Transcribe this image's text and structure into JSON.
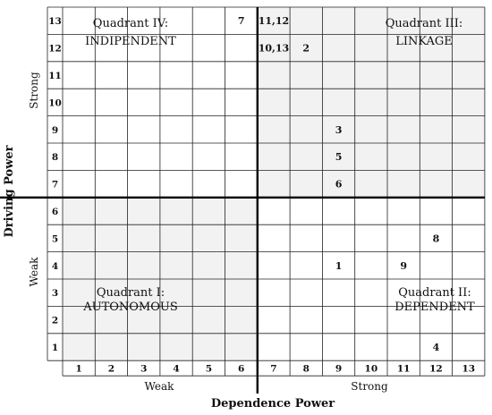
{
  "chart_data": {
    "type": "scatter",
    "xlabel": "Dependence Power",
    "ylabel": "Driving Power",
    "x_ticks": [
      "1",
      "2",
      "3",
      "4",
      "5",
      "6",
      "7",
      "8",
      "9",
      "10",
      "11",
      "12",
      "13"
    ],
    "y_ticks": [
      "1",
      "2",
      "3",
      "4",
      "5",
      "6",
      "7",
      "8",
      "9",
      "10",
      "11",
      "12",
      "13"
    ],
    "xlim": [
      1,
      13
    ],
    "ylim": [
      1,
      13
    ],
    "x_sublabels": {
      "weak": "Weak",
      "strong": "Strong"
    },
    "y_sublabels": {
      "weak": "Weak",
      "strong": "Strong"
    },
    "quadrants": [
      {
        "id": "IV",
        "line1": "Quadrant IV:",
        "line2": "INDIPENDENT"
      },
      {
        "id": "III",
        "line1": "Quadrant III:",
        "line2": "LINKAGE"
      },
      {
        "id": "I",
        "line1": "Quadrant I:",
        "line2": "AUTONOMOUS"
      },
      {
        "id": "II",
        "line1": "Quadrant II:",
        "line2": "DEPENDENT"
      }
    ],
    "points": [
      {
        "label": "7",
        "x": 6,
        "y": 13
      },
      {
        "label": "11,12",
        "x": 7,
        "y": 13
      },
      {
        "label": "10,13",
        "x": 7,
        "y": 12
      },
      {
        "label": "2",
        "x": 8,
        "y": 12
      },
      {
        "label": "3",
        "x": 9,
        "y": 9
      },
      {
        "label": "5",
        "x": 9,
        "y": 8
      },
      {
        "label": "6",
        "x": 9,
        "y": 7
      },
      {
        "label": "8",
        "x": 12,
        "y": 5
      },
      {
        "label": "1",
        "x": 9,
        "y": 4
      },
      {
        "label": "9",
        "x": 11,
        "y": 4
      },
      {
        "label": "4",
        "x": 12,
        "y": 1
      }
    ],
    "shaded_regions": [
      "III",
      "I"
    ],
    "grid": true
  }
}
